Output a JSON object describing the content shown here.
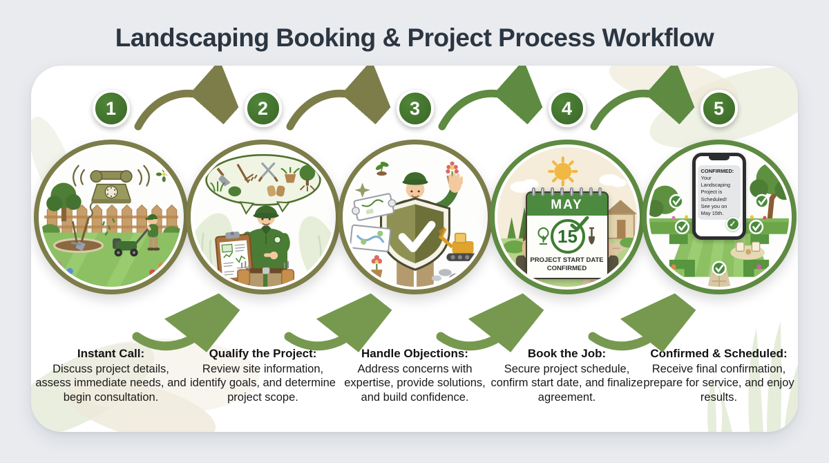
{
  "title": "Landscaping Booking & Project Process Workflow",
  "icons": {
    "checkmark": "✓"
  },
  "colors": {
    "background": "#e9ebef",
    "card": "#ffffff",
    "title_text": "#2b3642",
    "ring_olive": "#7c7d49",
    "ring_green": "#5e8a41",
    "bottom_arrow_green": "#76994f",
    "badge_green": "#3e6b2c",
    "calendar_green": "#4b8a3f"
  },
  "steps": [
    {
      "number": "1",
      "heading": "Instant Call:",
      "description": "Discuss project details, assess immediate needs, and begin consultation."
    },
    {
      "number": "2",
      "heading": "Qualify the Project:",
      "description": "Review site information, identify goals, and determine project scope."
    },
    {
      "number": "3",
      "heading": "Handle Objections:",
      "description": "Address concerns with expertise, provide solutions, and build confidence."
    },
    {
      "number": "4",
      "heading": "Book the Job:",
      "description": "Secure project schedule, confirm start date, and finalize agreement.",
      "calendar": {
        "month": "MAY",
        "day": "15",
        "caption_line1": "PROJECT START DATE",
        "caption_line2": "CONFIRMED"
      }
    },
    {
      "number": "5",
      "heading": "Confirmed & Scheduled:",
      "description": "Receive final confirmation, prepare for service, and enjoy results.",
      "message": {
        "heading": "CONFIRMED:",
        "line1": "Your Landscaping",
        "line2": "Project is Scheduled!",
        "line3": "See you on May 15th."
      }
    }
  ]
}
